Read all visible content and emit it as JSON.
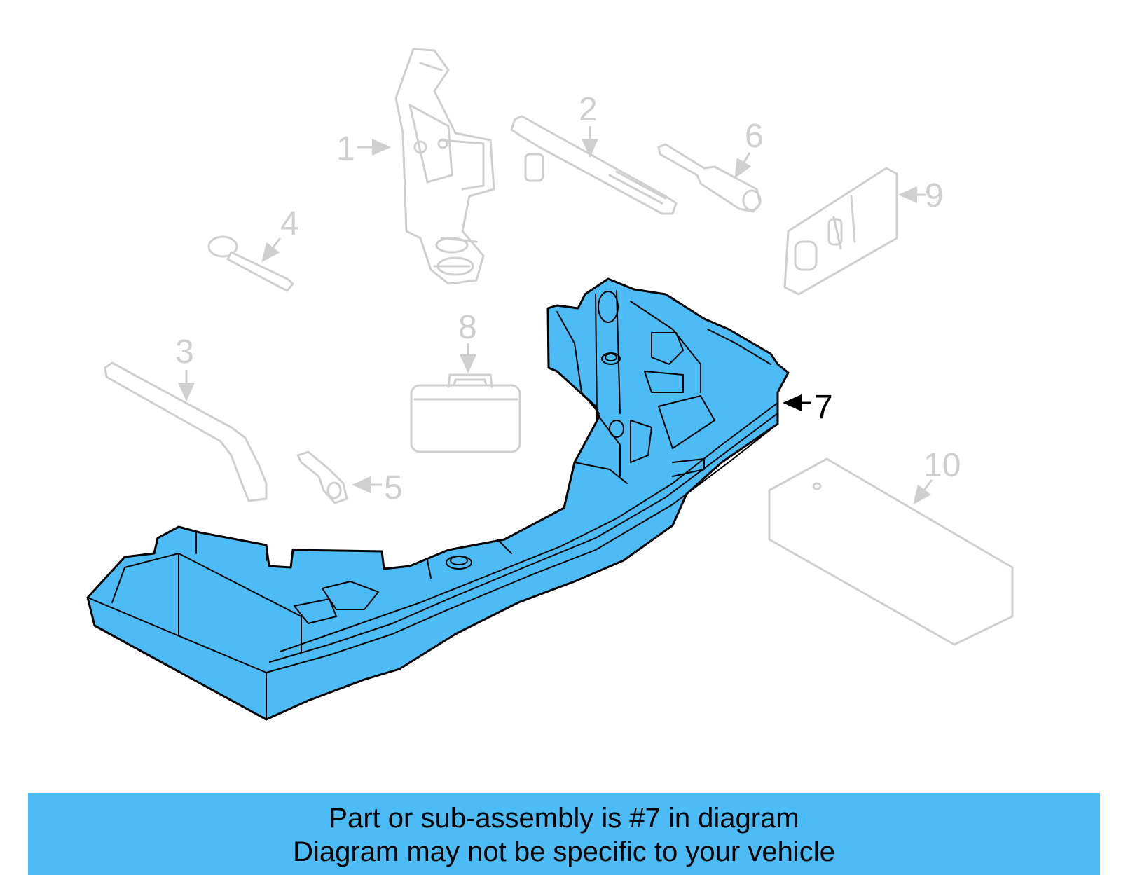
{
  "colors": {
    "highlight": "#4dbbf5",
    "ghost": "#cfcfcf",
    "outline": "#000000"
  },
  "callouts": [
    {
      "number": "1",
      "highlighted": false
    },
    {
      "number": "2",
      "highlighted": false
    },
    {
      "number": "3",
      "highlighted": false
    },
    {
      "number": "4",
      "highlighted": false
    },
    {
      "number": "5",
      "highlighted": false
    },
    {
      "number": "6",
      "highlighted": false
    },
    {
      "number": "7",
      "highlighted": true
    },
    {
      "number": "8",
      "highlighted": false
    },
    {
      "number": "9",
      "highlighted": false
    },
    {
      "number": "10",
      "highlighted": false
    }
  ],
  "banner": {
    "line1": "Part or sub-assembly is #7 in diagram",
    "line2": "Diagram may not be specific to your vehicle"
  }
}
